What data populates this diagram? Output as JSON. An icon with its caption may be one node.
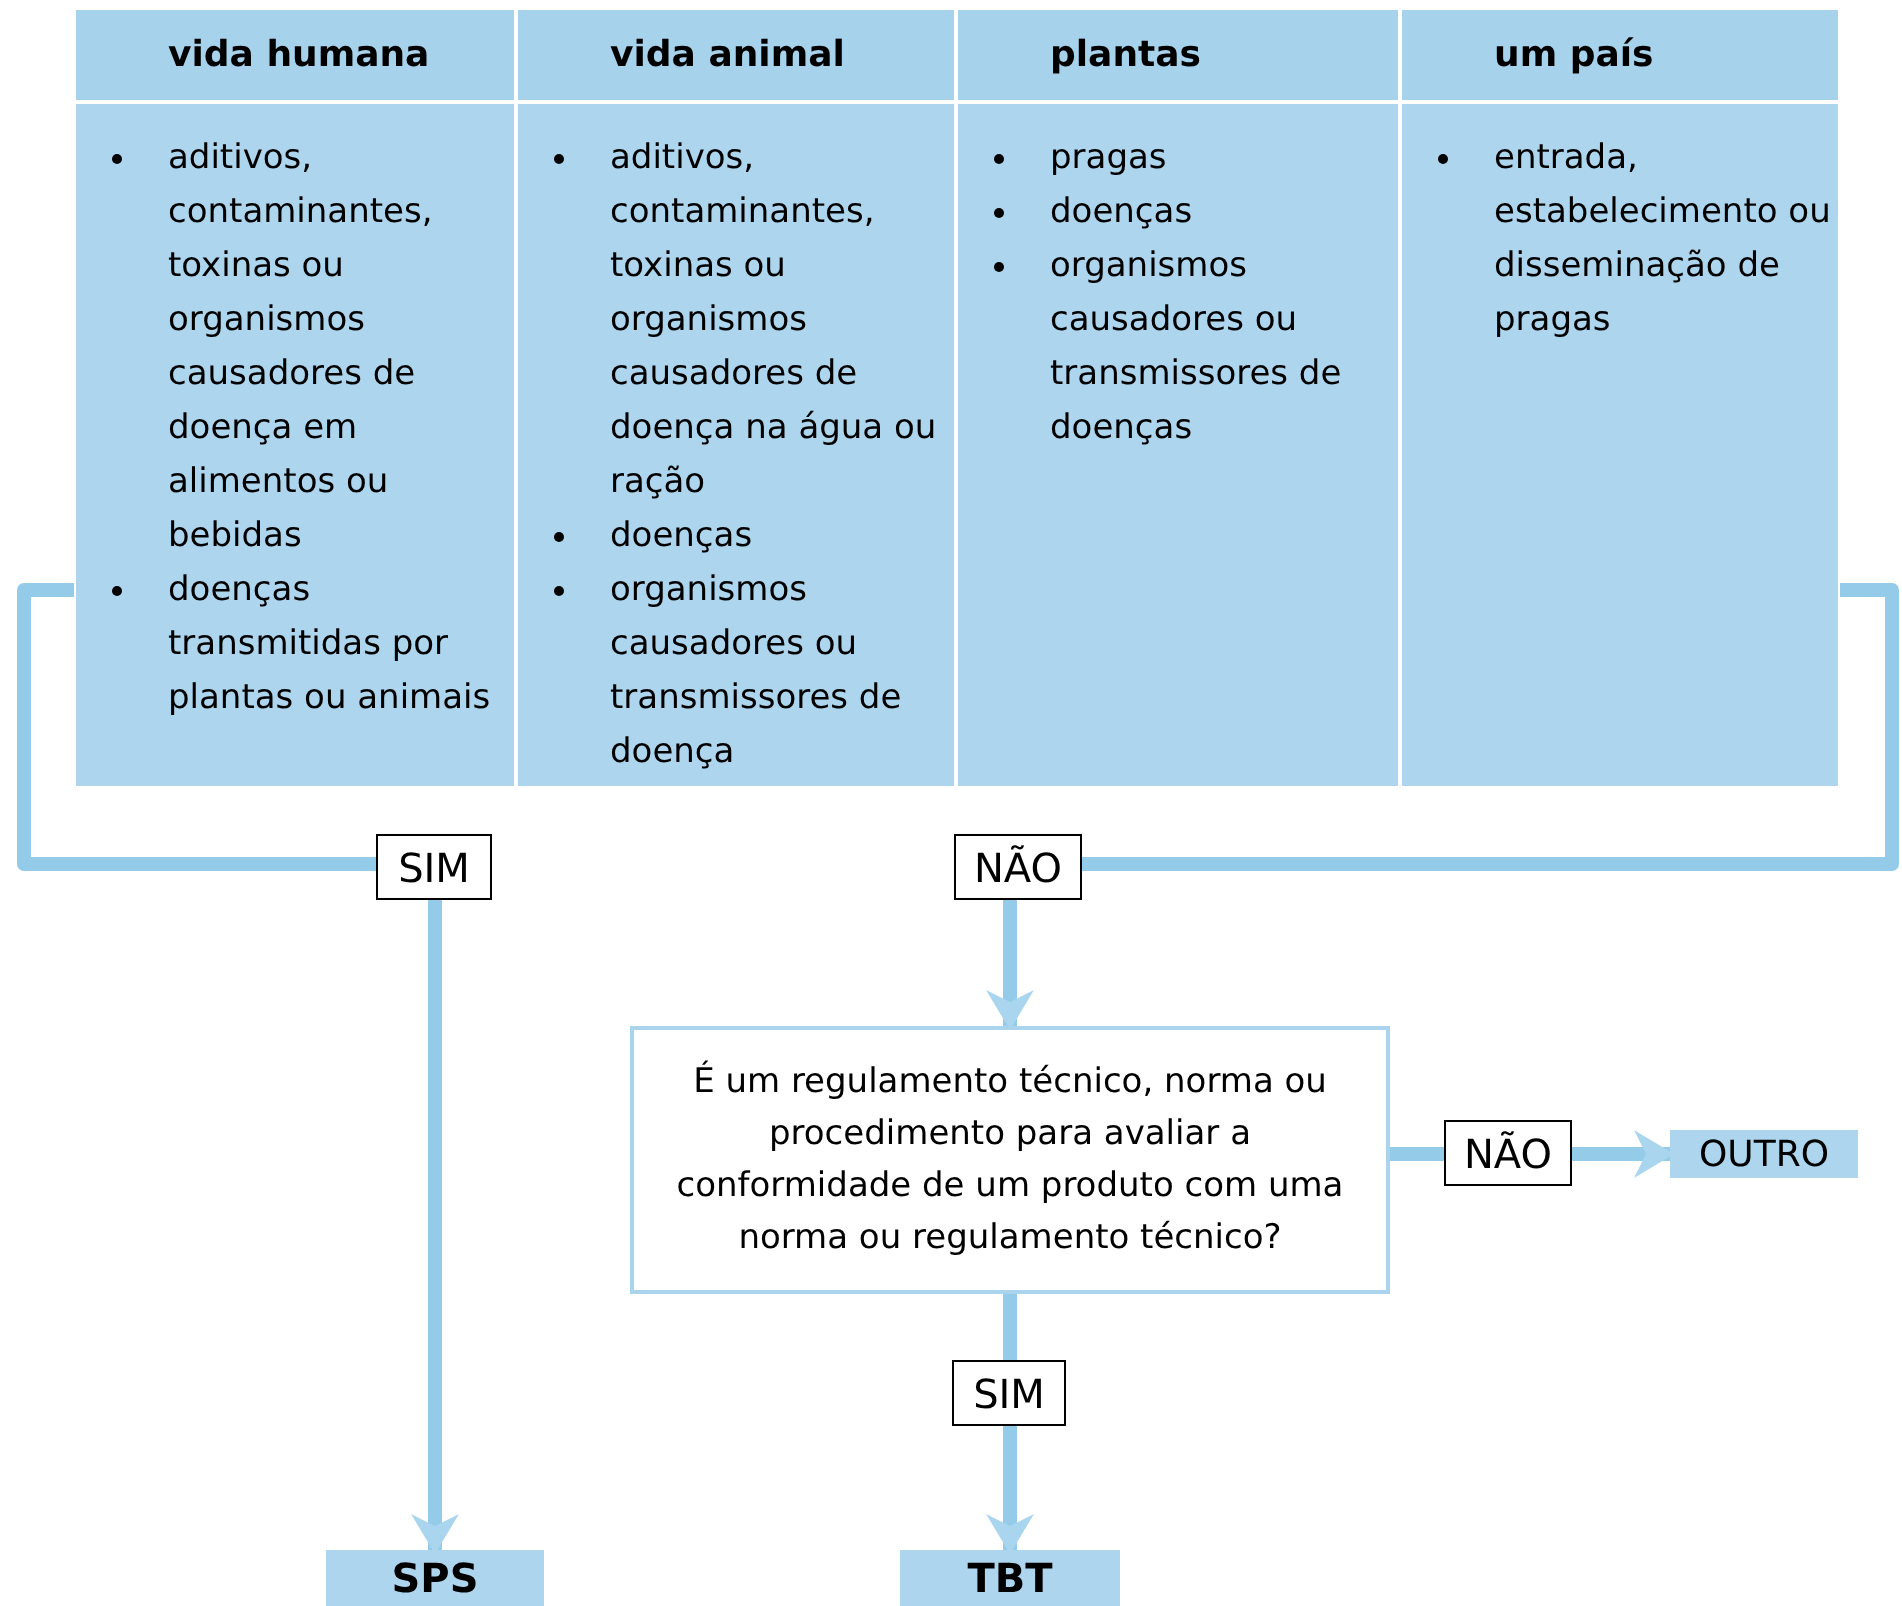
{
  "diagram": {
    "nodes": [
      {
        "text": [],
        "shape": "box"
      },
      {
        "text": [
          "vida humana",
          "aditivos, contaminantes, toxinas ou organismos causadores de doença em alimentos ou bebidas",
          "doenças transmitidas por plantas ou animais"
        ],
        "in": 0
      },
      {
        "text": [
          "vida animal",
          "aditivos, contaminantes, toxinas ou organismos causadores de doença na água ou ração",
          "doenças",
          "organismos causadores ou transmissores de doença"
        ],
        "in": 0
      },
      {
        "text": [
          "plantas",
          "pragas",
          "doenças",
          "organismos causadores ou transmissores de doenças"
        ],
        "in": 0
      },
      {
        "text": [
          "um país",
          "entrada, estabelecimento ou disseminação de pragas"
        ],
        "in": 0
      },
      {
        "text": [
          "É um regulamento técnico, norma ou procedimento para avaliar a conformidade de um produto com uma norma ou regulamento técnico?"
        ]
      },
      {
        "text": [
          "SPS"
        ]
      },
      {
        "text": [
          "TBT"
        ]
      },
      {
        "text": [
          "OUTRO"
        ]
      }
    ],
    "edges": [
      {
        "from": 0,
        "to": 6,
        "arrow": "to",
        "label": "SIM"
      },
      {
        "from": 0,
        "to": 5,
        "arrow": "to",
        "label": "NÃO"
      },
      {
        "from": 5,
        "to": 8,
        "arrow": "to",
        "label": "NÃO"
      },
      {
        "from": 5,
        "to": 7,
        "arrow": "to",
        "label": "SIM"
      }
    ]
  }
}
